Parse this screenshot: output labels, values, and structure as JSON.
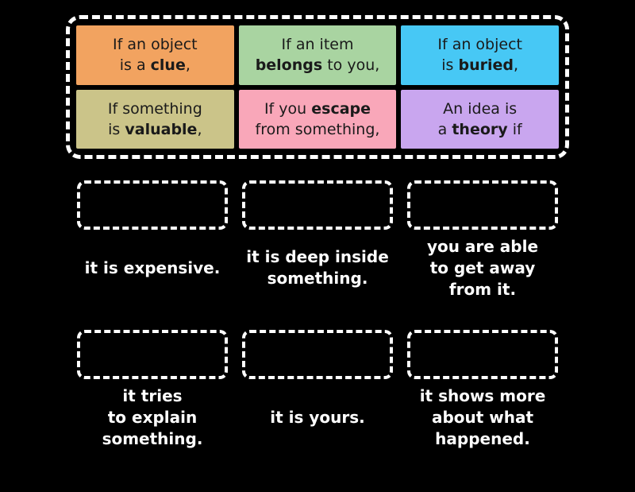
{
  "page": {
    "background": "#000000",
    "frame_border_color": "#ffffff",
    "tile_text_color": "#1a1a1a",
    "answer_text_color": "#ffffff"
  },
  "board": {
    "tiles": [
      {
        "id": "clue",
        "color": "#F2A360",
        "text": "If an object is a clue,",
        "lines": [
          [
            {
              "t": "If an object"
            }
          ],
          [
            {
              "t": "is a "
            },
            {
              "t": "clue",
              "b": true
            },
            {
              "t": ","
            }
          ]
        ]
      },
      {
        "id": "belongs",
        "color": "#A9D4A1",
        "text": "If an item belongs to you,",
        "lines": [
          [
            {
              "t": "If an item"
            }
          ],
          [
            {
              "t": "belongs",
              "b": true
            },
            {
              "t": " to you,"
            }
          ]
        ]
      },
      {
        "id": "buried",
        "color": "#47C8F5",
        "text": "If an object is buried,",
        "lines": [
          [
            {
              "t": "If an object"
            }
          ],
          [
            {
              "t": "is "
            },
            {
              "t": "buried",
              "b": true
            },
            {
              "t": ","
            }
          ]
        ]
      },
      {
        "id": "valuable",
        "color": "#CBC489",
        "text": "If something is valuable,",
        "lines": [
          [
            {
              "t": "If something"
            }
          ],
          [
            {
              "t": "is "
            },
            {
              "t": "valuable",
              "b": true
            },
            {
              "t": ","
            }
          ]
        ]
      },
      {
        "id": "escape",
        "color": "#F9A7B9",
        "text": "If you escape from something,",
        "lines": [
          [
            {
              "t": "If you "
            },
            {
              "t": "escape",
              "b": true
            }
          ],
          [
            {
              "t": "from something,"
            }
          ]
        ]
      },
      {
        "id": "theory",
        "color": "#C9A6EF",
        "text": "An idea is a theory if",
        "lines": [
          [
            {
              "t": "An idea is"
            }
          ],
          [
            {
              "t": "a "
            },
            {
              "t": "theory",
              "b": true
            },
            {
              "t": " if"
            }
          ]
        ]
      }
    ]
  },
  "answers": {
    "drop_slot_count": 6,
    "items": [
      {
        "text": "it is expensive."
      },
      {
        "text": "it is deep inside\nsomething."
      },
      {
        "text": "you are able\nto get away\nfrom it."
      },
      {
        "text": "it tries\nto explain\nsomething."
      },
      {
        "text": "it is yours."
      },
      {
        "text": "it shows more\nabout what\nhappened."
      }
    ]
  }
}
